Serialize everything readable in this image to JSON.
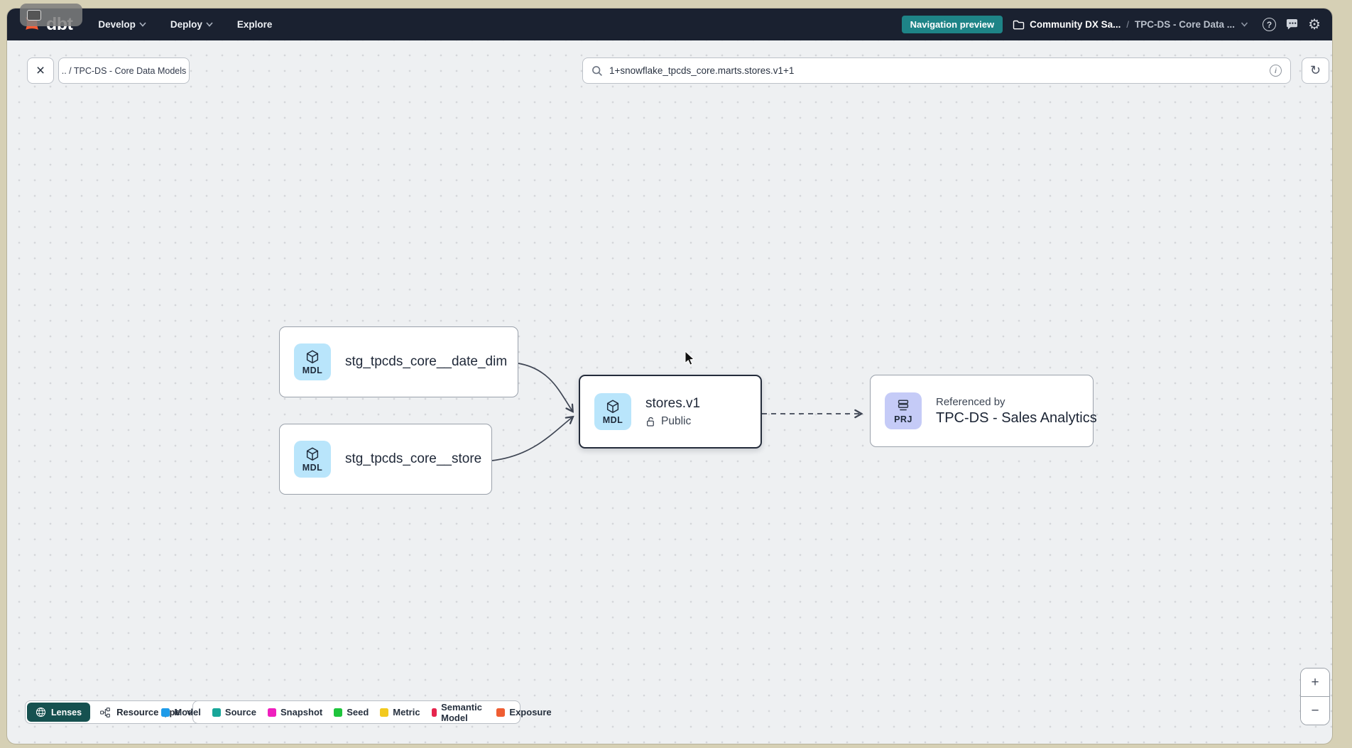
{
  "navbar": {
    "logo_text": "dbt",
    "menus": {
      "develop": "Develop",
      "deploy": "Deploy",
      "explore": "Explore"
    },
    "preview_badge": "Navigation preview",
    "project": "Community DX Sa...",
    "separator": "/",
    "environment": "TPC-DS - Core Data ...",
    "help_glyph": "?",
    "gear_glyph": "⚙"
  },
  "toolbar": {
    "close_glyph": "×",
    "breadcrumb": ".. / TPC-DS - Core Data Models",
    "search_value": "1+snowflake_tpcds_core.marts.stores.v1+1",
    "info_glyph": "i",
    "refresh_glyph": "↻"
  },
  "graph": {
    "nodes": [
      {
        "id": "date_dim",
        "badge": "MDL",
        "label": "stg_tpcds_core__date_dim"
      },
      {
        "id": "store",
        "badge": "MDL",
        "label": "stg_tpcds_core__store"
      },
      {
        "id": "stores_v1",
        "badge": "MDL",
        "label": "stores.v1",
        "sublabel": "Public",
        "selected": true
      },
      {
        "id": "sales_analytics",
        "badge": "PRJ",
        "label": "TPC-DS - Sales Analytics",
        "sublabel": "Referenced by"
      }
    ],
    "edges": [
      {
        "from": "stg_tpcds_core__date_dim",
        "to": "stores.v1",
        "style": "solid"
      },
      {
        "from": "stg_tpcds_core__store",
        "to": "stores.v1",
        "style": "solid"
      },
      {
        "from": "stores.v1",
        "to": "TPC-DS - Sales Analytics",
        "style": "dashed"
      }
    ]
  },
  "footer": {
    "lenses_label": "Lenses",
    "resource_type_label": "Resource type",
    "legend": [
      {
        "label": "Model",
        "color": "#1e9be9"
      },
      {
        "label": "Source",
        "color": "#18a699"
      },
      {
        "label": "Snapshot",
        "color": "#ef1fbe"
      },
      {
        "label": "Seed",
        "color": "#1ec43c"
      },
      {
        "label": "Metric",
        "color": "#f2c91e"
      },
      {
        "label": "Semantic Model",
        "color": "#e6254d"
      },
      {
        "label": "Exposure",
        "color": "#ef5d32"
      }
    ],
    "zoom_in": "+",
    "zoom_out": "−"
  }
}
